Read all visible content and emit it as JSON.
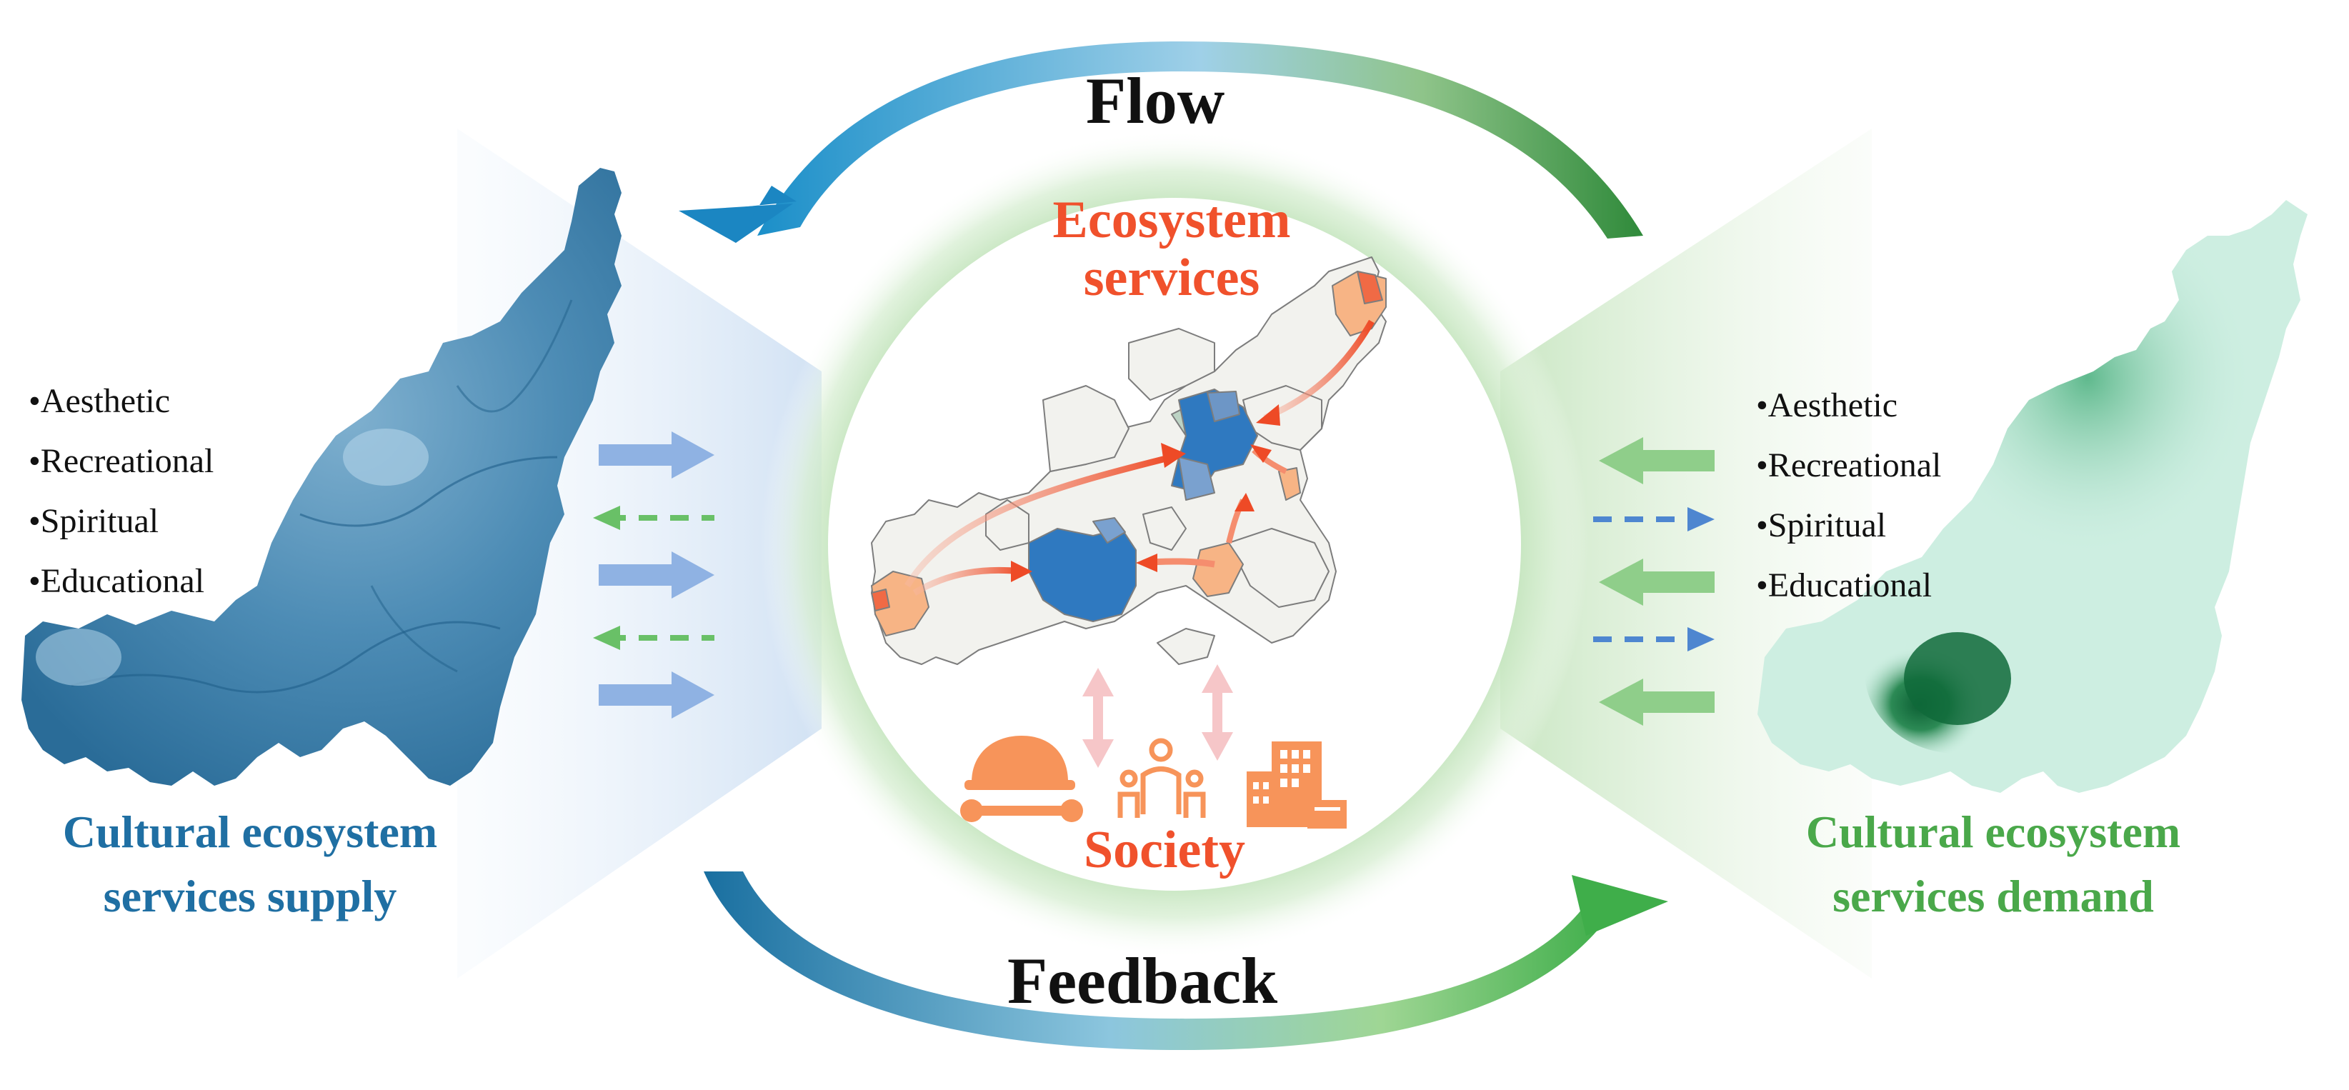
{
  "top_label": "Flow",
  "bottom_label": "Feedback",
  "center": {
    "title_line1": "Ecosystem",
    "title_line2": "services",
    "society_label": "Society"
  },
  "left": {
    "items": [
      "•Aesthetic",
      "•Recreational",
      "•Spiritual",
      "•Educational"
    ],
    "title_line1": "Cultural ecosystem",
    "title_line2": "services supply"
  },
  "right": {
    "items": [
      "•Aesthetic",
      "•Recreational",
      "•Spiritual",
      "•Educational"
    ],
    "title_line1": "Cultural ecosystem",
    "title_line2": "services demand"
  },
  "colors": {
    "supply_blue": "#1f6fa3",
    "demand_green": "#4aa84a",
    "accent_red": "#f0512c",
    "society_orange": "#f7945a",
    "flow_arrow_blue": "#1b86c2",
    "flow_arrow_green": "#3f8f3a"
  },
  "icons": [
    "hardhat-wrench-icon",
    "family-icon",
    "building-icon"
  ]
}
